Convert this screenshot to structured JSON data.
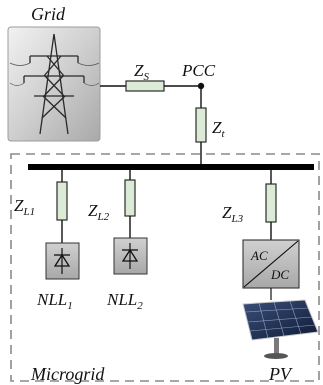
{
  "labels": {
    "grid": "Grid",
    "zs_main": "Z",
    "zs_sub": "S",
    "pcc": "PCC",
    "zt_main": "Z",
    "zt_sub": "t",
    "zl1_main": "Z",
    "zl1_sub": "L1",
    "zl2_main": "Z",
    "zl2_sub": "L2",
    "zl3_main": "Z",
    "zl3_sub": "L3",
    "nll1_main": "NLL",
    "nll1_sub": "1",
    "nll2_main": "NLL",
    "nll2_sub": "2",
    "inverter_ac": "AC",
    "inverter_dc": "DC",
    "microgrid": "Microgrid",
    "pv": "PV"
  },
  "icons": {
    "grid": "transmission-tower-icon",
    "inverter": "ac-dc-converter-icon",
    "load": "diode-rectifier-icon",
    "pv": "solar-panel-icon"
  },
  "colors": {
    "line": "#111111",
    "impedance_fill": "#dcebd6",
    "impedance_stroke": "#2b2b2b",
    "box_fill": "#b9b9b9",
    "bus": "#000000",
    "dashed_border": "#8a8a8a"
  }
}
